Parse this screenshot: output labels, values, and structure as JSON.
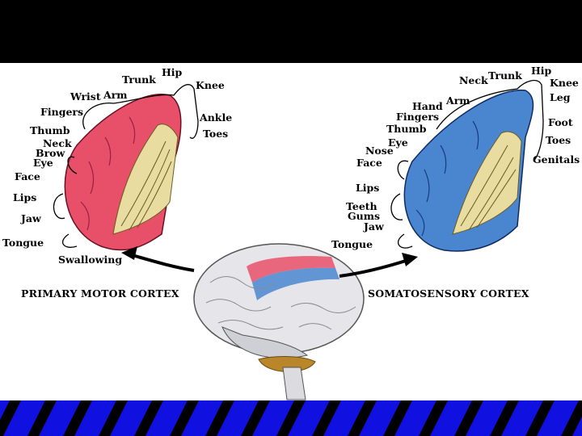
{
  "colors": {
    "motor": "#e8506a",
    "sensory": "#4a86d0",
    "stripe": "#1010e0",
    "bar": "#000000"
  },
  "motor": {
    "title": "PRIMARY MOTOR CORTEX",
    "labels": [
      "Hip",
      "Trunk",
      "Knee",
      "Arm",
      "Wrist",
      "Ankle",
      "Fingers",
      "Toes",
      "Thumb",
      "Neck",
      "Brow",
      "Eye",
      "Face",
      "Lips",
      "Jaw",
      "Tongue",
      "Swallowing"
    ]
  },
  "sensory": {
    "title": "SOMATOSENSORY CORTEX",
    "labels": [
      "Hip",
      "Neck",
      "Trunk",
      "Knee",
      "Leg",
      "Arm",
      "Hand",
      "Fingers",
      "Foot",
      "Thumb",
      "Eye",
      "Toes",
      "Nose",
      "Genitals",
      "Face",
      "Lips",
      "Teeth",
      "Gums",
      "Jaw",
      "Tongue"
    ]
  }
}
